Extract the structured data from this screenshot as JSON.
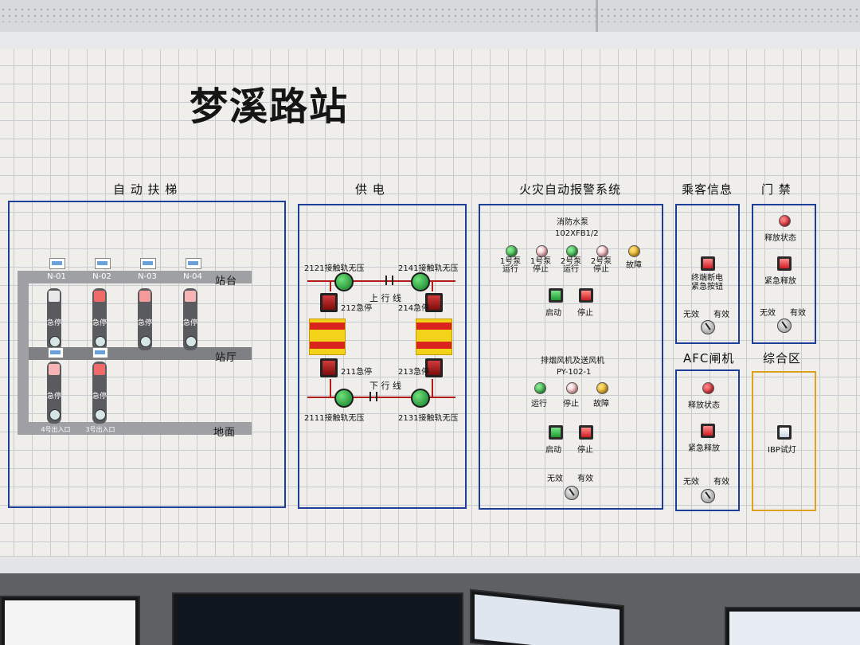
{
  "title": "梦溪路站",
  "sections": {
    "escalator": "自 动 扶 梯",
    "power": "供 电",
    "fire": "火灾自动报警系统",
    "passenger": "乘客信息",
    "door": "门 禁",
    "afc": "AFC闸机",
    "general": "综合区"
  },
  "escalator": {
    "units": [
      "N-01",
      "N-02",
      "N-03",
      "N-04"
    ],
    "estop": "急停",
    "levels": {
      "platform": "站台",
      "concourse": "站厅",
      "ground": "地面"
    },
    "exits": [
      "4号出入口",
      "3号出入口"
    ]
  },
  "power": {
    "up_line": "上 行 线",
    "down_line": "下 行 线",
    "labels": {
      "t2121": "2121接触轨无压",
      "t2141": "2141接触轨无压",
      "s212": "212急停",
      "s214": "214急停",
      "s211": "211急停",
      "s213": "213急停",
      "t2111": "2111接触轨无压",
      "t2131": "2131接触轨无压"
    }
  },
  "fire": {
    "pump_title": "消防水泵",
    "pump_code": "102XFB1/2",
    "pump_lamps": [
      "1号泵\n运行",
      "1号泵\n停止",
      "2号泵\n运行",
      "2号泵\n停止",
      "故障"
    ],
    "start": "启动",
    "stop": "停止",
    "fan_title": "排烟风机及送风机",
    "fan_code": "PY-102-1",
    "fan_lamps": [
      "运行",
      "停止",
      "故障"
    ],
    "invalid": "无效",
    "valid": "有效"
  },
  "passenger": {
    "button": "终端断电\n紧急按钮",
    "invalid": "无效",
    "valid": "有效"
  },
  "door": {
    "release_state": "释放状态",
    "emergency_release": "紧急释放",
    "invalid": "无效",
    "valid": "有效"
  },
  "afc": {
    "release_state": "释放状态",
    "emergency_release": "紧急释放",
    "invalid": "无效",
    "valid": "有效"
  },
  "general": {
    "lamp_test": "IBP试灯"
  },
  "colors": {
    "panel_border": "#1d3f9a",
    "general_border": "#e0a020",
    "rail": "#b31a1a"
  }
}
